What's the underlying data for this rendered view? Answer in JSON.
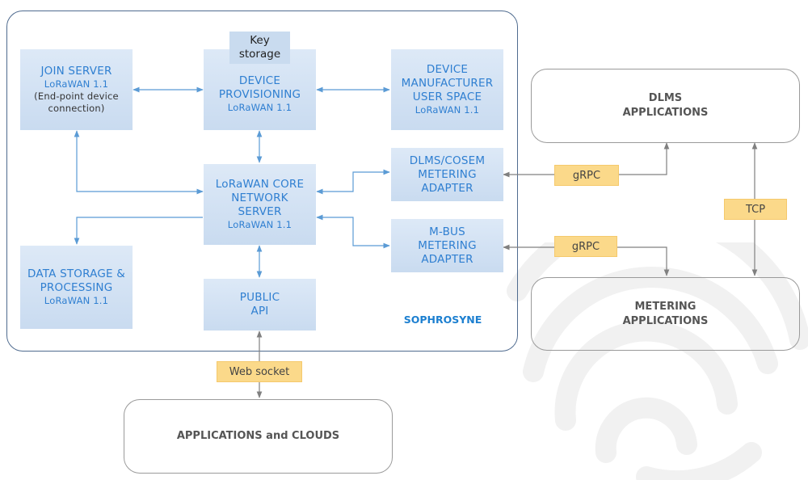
{
  "colors": {
    "box_text": "#2f7fd1",
    "box_fill": "#d5e4f5",
    "frame_border": "#4f6b8f",
    "tag_fill": "#fbd98a",
    "app_text": "#555555",
    "connector_blue": "#5b9bd5",
    "connector_grey": "#808080"
  },
  "join_server": {
    "title": "JOIN SERVER",
    "version": "LoRaWAN 1.1",
    "note_line1": "(End-point device",
    "note_line2": "connection)"
  },
  "device_provisioning": {
    "line1": "DEVICE",
    "line2": "PROVISIONING",
    "version": "LoRaWAN 1.1"
  },
  "key_storage": {
    "line1": "Key",
    "line2": "storage"
  },
  "device_manufacturer": {
    "line1": "DEVICE",
    "line2": "MANUFACTURER",
    "line3": "USER SPACE",
    "version": "LoRaWAN 1.1"
  },
  "core_network": {
    "line1": "LoRaWAN CORE",
    "line2": "NETWORK",
    "line3": "SERVER",
    "version": "LoRaWAN 1.1"
  },
  "dlms_adapter": {
    "line1": "DLMS/COSEM",
    "line2": "METERING",
    "line3": "ADAPTER"
  },
  "mbus_adapter": {
    "line1": "M-BUS",
    "line2": "METERING",
    "line3": "ADAPTER"
  },
  "data_storage": {
    "line1": "DATA STORAGE &",
    "line2": "PROCESSING",
    "version": "LoRaWAN 1.1"
  },
  "public_api": {
    "line1": "PUBLIC",
    "line2": "API"
  },
  "sophrosyne_label": "SOPHROSYNE",
  "dlms_applications": {
    "line1": "DLMS",
    "line2": "APPLICATIONS"
  },
  "metering_applications": {
    "line1": "METERING",
    "line2": "APPLICATIONS"
  },
  "applications_clouds": "APPLICATIONS and CLOUDS",
  "tags": {
    "grpc_top": "gRPC",
    "grpc_bottom": "gRPC",
    "tcp": "TCP",
    "web_socket": "Web socket"
  },
  "watermark_icon": "sophrosyne-logo-icon"
}
